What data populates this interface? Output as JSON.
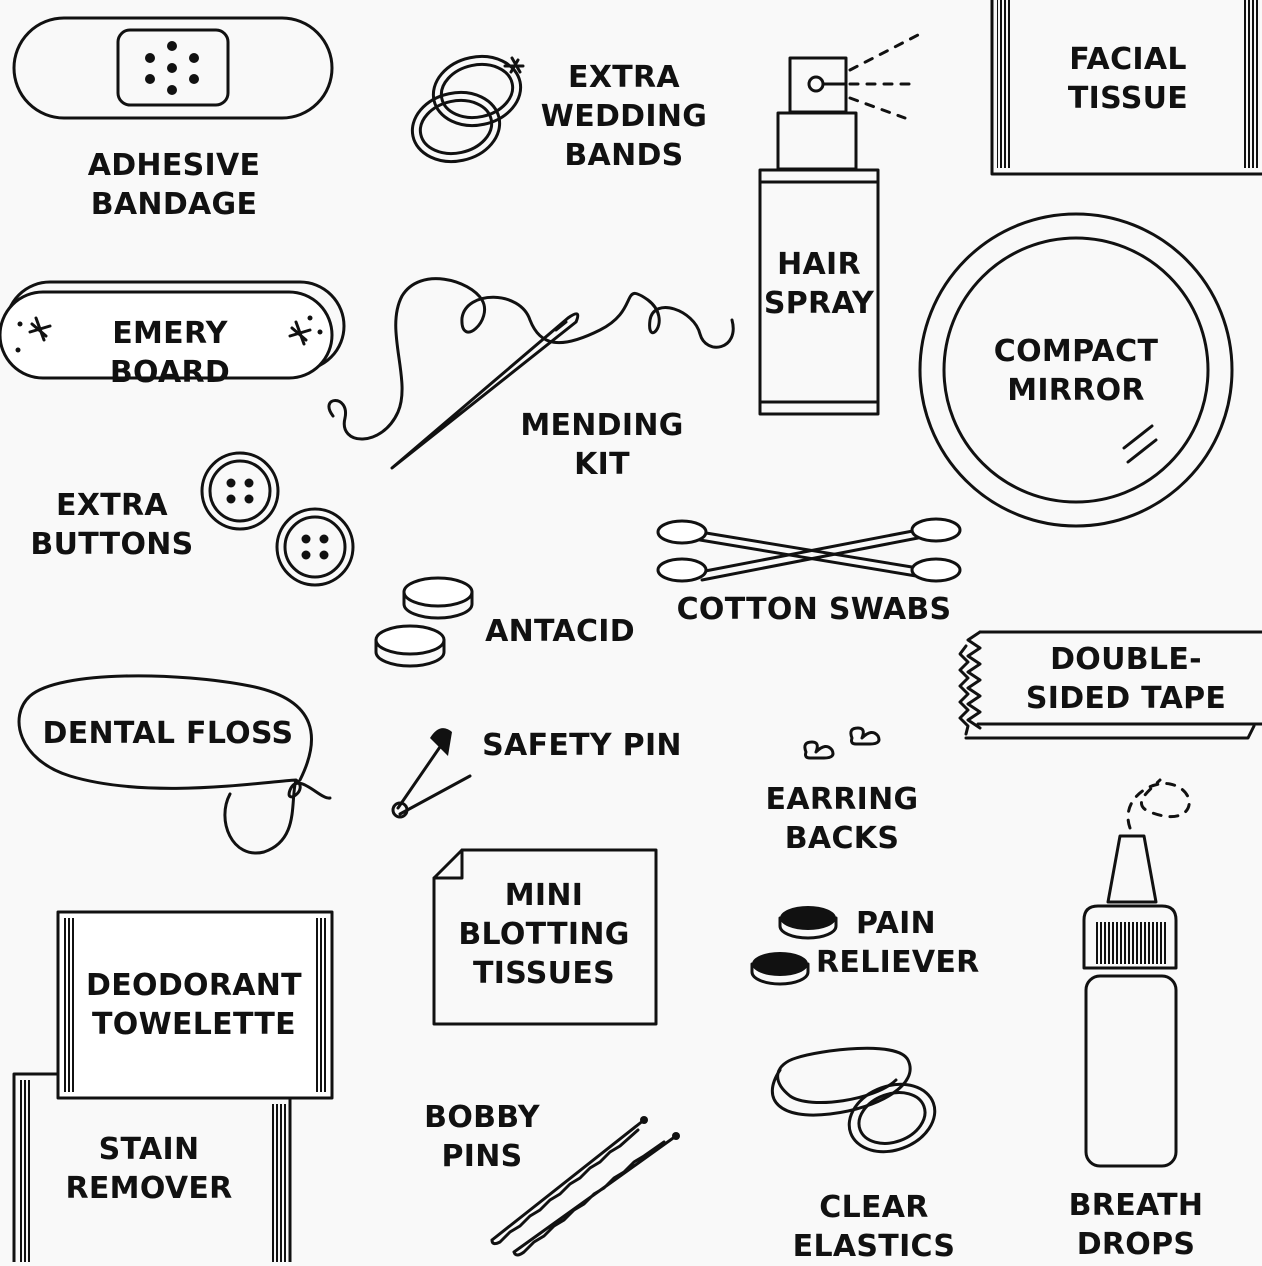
{
  "items": {
    "adhesive_bandage": "ADHESIVE BANDAGE",
    "extra_wedding_bands": "EXTRA\nWEDDING\nBANDS",
    "hair_spray": "HAIR\nSPRAY",
    "facial_tissue": "FACIAL\nTISSUE",
    "emery_board": "EMERY BOARD",
    "mending_kit": "MENDING\nKIT",
    "compact_mirror": "COMPACT\nMIRROR",
    "extra_buttons": "EXTRA\nBUTTONS",
    "antacid": "ANTACID",
    "cotton_swabs": "COTTON SWABS",
    "double_sided_tape": "DOUBLE-\nSIDED TAPE",
    "dental_floss": "DENTAL FLOSS",
    "safety_pin": "SAFETY PIN",
    "earring_backs": "EARRING BACKS",
    "mini_blotting_tissues": "MINI\nBLOTTING\nTISSUES",
    "pain_reliever": "PAIN\nRELIEVER",
    "deodorant_towelette": "DEODORANT\nTOWELETTE",
    "stain_remover": "STAIN\nREMOVER",
    "bobby_pins": "BOBBY\nPINS",
    "clear_elastics": "CLEAR\nELASTICS",
    "breath_drops": "BREATH\nDROPS"
  },
  "colors": {
    "ink": "#111111",
    "background": "#f9f9f9"
  }
}
